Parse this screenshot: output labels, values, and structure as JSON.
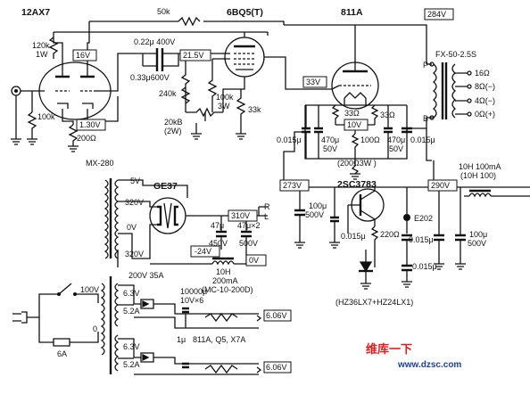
{
  "tubes": {
    "t1": "12AX7",
    "t2": "6BQ5(T)",
    "t3": "811A",
    "tr_out": "FX-50-2.5S",
    "tr_pwr": "MX-280",
    "rect": "GE37",
    "trans": "2SC3783"
  },
  "resistors": {
    "r1": "120k",
    "r1b": "1W",
    "r2": "100k",
    "r3": "200Ω",
    "r4": "50k",
    "r5": "240k",
    "r6": "20kB",
    "r6b": "(2W)",
    "r7": "100k",
    "r7b": "3W",
    "r8": "33k",
    "r9": "33Ω",
    "r10": "33Ω",
    "r11": "100Ω",
    "r12": "(200Ω3W )",
    "r13": "220Ω"
  },
  "caps": {
    "c1": "0.22μ 400V",
    "c2": "0.33μ600V",
    "c3": "0.015μ",
    "c4a": "470μ",
    "c4b": "50V",
    "c5a": "470μ",
    "c5b": "50V",
    "c6": "0.015μ",
    "c7a": "100μ",
    "c7b": "500V",
    "c8": "0.015μ",
    "c9": "0.015μ",
    "c10": "0.015μ",
    "c11a": "100μ",
    "c11b": "500V",
    "c12a": "47μ",
    "c12b": "450V",
    "c13a": "47μ×2",
    "c13b": "500V",
    "c14a": "10000μ",
    "c14b": "10V×6",
    "c15": "1μ"
  },
  "voltages": {
    "v1": "16V",
    "v2": "21.5V",
    "v3": "1.30V",
    "v4": "284V",
    "v5": "33V",
    "v6": "10V",
    "v7": "273V",
    "v8": "290V",
    "v9": "310V",
    "v10": "-24V",
    "v11": "0V",
    "v12": "6.06V",
    "v13": "6.06V"
  },
  "taps": {
    "p": "P",
    "b": "B",
    "o16": "16Ω",
    "o8": "8Ω(−)",
    "o4": "4Ω(−)",
    "o0": "0Ω(+)",
    "s5v": "5V",
    "s320a": "320V",
    "s0v": "0V",
    "s320b": "320V",
    "p100": "100V",
    "p0": "0",
    "s63a": "6.3V",
    "s52a": "5.2A",
    "s63b": "6.3V",
    "s52b": "5.2A"
  },
  "misc": {
    "choke1": "10H 100mA",
    "choke1b": "(10H 100)",
    "choke2a": "10H",
    "choke2b": "200mA",
    "choke2c": "(MC-10-200D)",
    "bridge": "200V 35A",
    "heater_note": "811A, Q5, X7A",
    "fuse": "6A",
    "zener": "(HZ36LX7+HZ24LX1)",
    "led": "E202",
    "out_r": "R",
    "out_l": "L"
  },
  "watermark": {
    "cn": "维库一下",
    "url": "www.dzsc.com"
  }
}
